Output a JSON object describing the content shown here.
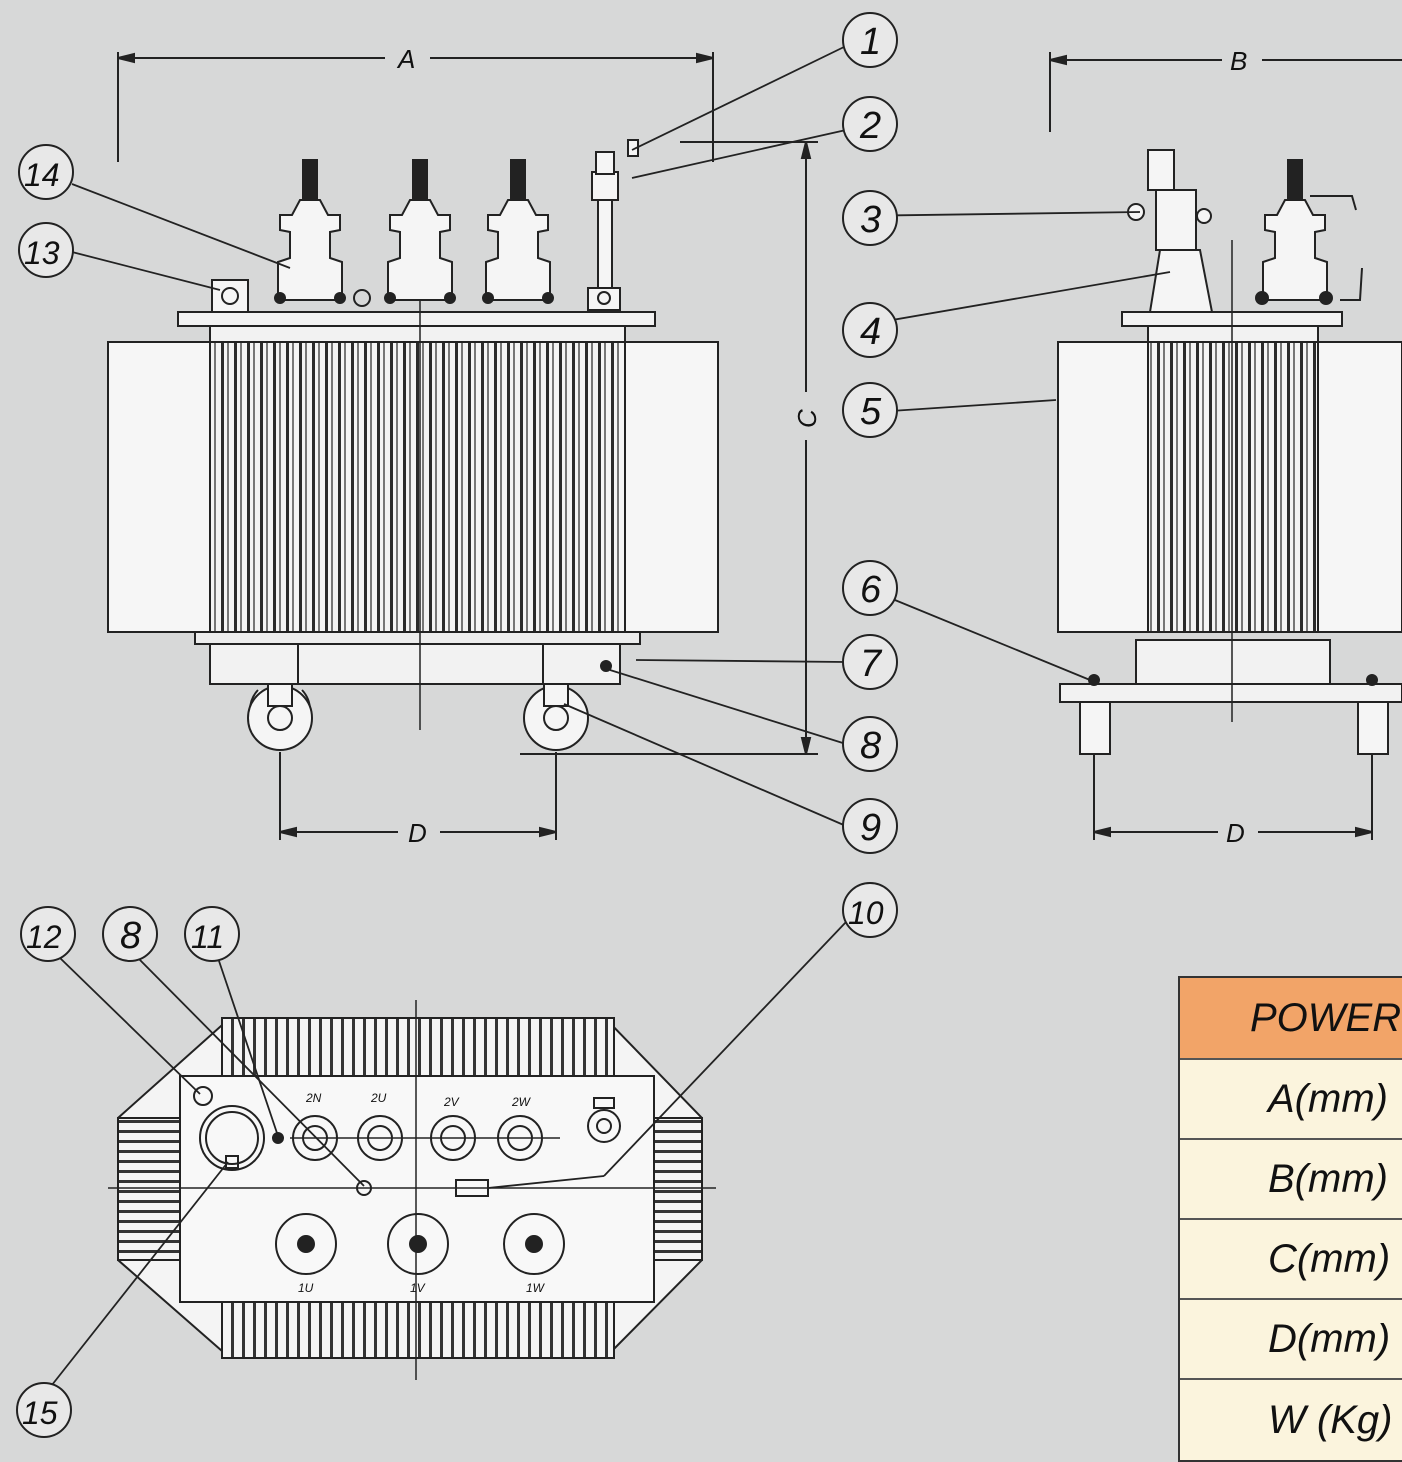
{
  "dimensions": {
    "a": "A",
    "b": "B",
    "c": "C",
    "d_front": "D",
    "d_side": "D"
  },
  "callouts": {
    "c1": "1",
    "c2": "2",
    "c3": "3",
    "c4": "4",
    "c5": "5",
    "c6": "6",
    "c7": "7",
    "c8": "8",
    "c9": "9",
    "c10": "10",
    "c11": "11",
    "c12": "12",
    "c13": "13",
    "c14": "14",
    "c15": "15",
    "c8_top": "8"
  },
  "terminals": {
    "lv": [
      "2N",
      "2U",
      "2V",
      "2W"
    ],
    "hv": [
      "1U",
      "1V",
      "1W"
    ]
  },
  "table": {
    "header": "POWER",
    "rows": [
      "A(mm)",
      "B(mm)",
      "C(mm)",
      "D(mm)",
      "W (Kg)"
    ]
  }
}
